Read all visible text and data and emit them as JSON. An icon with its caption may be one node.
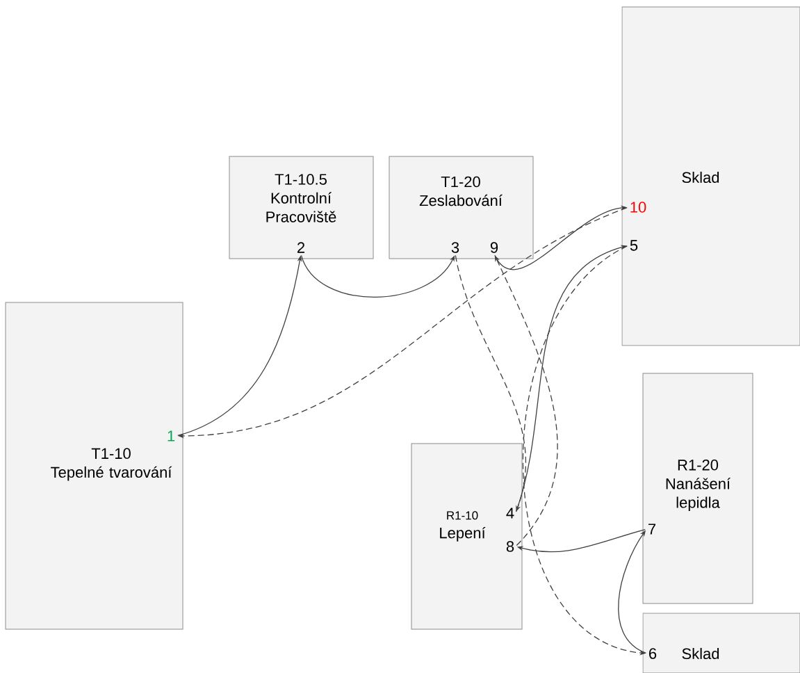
{
  "diagram": {
    "nodes": [
      {
        "text": [
          "T1-10",
          "Tepelné tvarování"
        ]
      },
      {
        "text": [
          "1"
        ],
        "in": 0
      },
      {
        "text": [
          "T1-10.5",
          "Kontrolní Pracoviště"
        ]
      },
      {
        "text": [
          "2"
        ],
        "in": 2
      },
      {
        "text": [
          "T1-20",
          "Zeslabování"
        ]
      },
      {
        "text": [
          "3"
        ],
        "in": 4
      },
      {
        "text": [
          "9"
        ],
        "in": 4
      },
      {
        "text": [
          "Sklad"
        ]
      },
      {
        "text": [
          "10"
        ],
        "in": 7
      },
      {
        "text": [
          "5"
        ],
        "in": 7
      },
      {
        "text": [
          "R1-10",
          "Lepení"
        ]
      },
      {
        "text": [
          "4"
        ],
        "in": 10
      },
      {
        "text": [
          "8"
        ],
        "in": 10
      },
      {
        "text": [
          "R1-20",
          "Nanášení lepidla"
        ]
      },
      {
        "text": [
          "7"
        ],
        "in": 13
      },
      {
        "text": [
          "Sklad"
        ]
      },
      {
        "text": [
          "6"
        ],
        "in": 15
      }
    ],
    "edges": [
      {
        "from": 1,
        "to": 3,
        "arrow": "to"
      },
      {
        "from": 3,
        "to": 5,
        "arrow": "to"
      },
      {
        "from": 5,
        "to": 11,
        "arrow": "to",
        "style": "dashed"
      },
      {
        "from": 11,
        "to": 9,
        "arrow": "to"
      },
      {
        "from": 9,
        "to": 16,
        "arrow": "to",
        "style": "dashed"
      },
      {
        "from": 16,
        "to": 14,
        "arrow": "to"
      },
      {
        "from": 14,
        "to": 12,
        "arrow": "to"
      },
      {
        "from": 12,
        "to": 6,
        "arrow": "to",
        "style": "dashed"
      },
      {
        "from": 6,
        "to": 8,
        "arrow": "to"
      },
      {
        "from": 8,
        "to": 1,
        "arrow": "to",
        "style": "dashed"
      }
    ]
  }
}
